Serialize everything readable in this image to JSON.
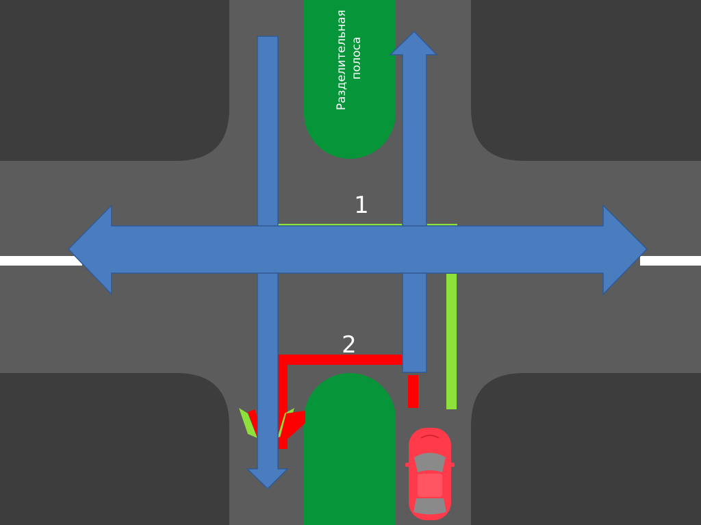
{
  "diagram": {
    "median_label_line1": "Разделительная",
    "median_label_line2": "полоса",
    "label_1": "1",
    "label_2": "2"
  },
  "colors": {
    "road": "#5c5c5c",
    "corner_block": "#3d3d3d",
    "median": "#07953a",
    "arrow": "#4a7cc0",
    "arrow_stroke": "#2f5a95",
    "green_line": "#8ee03a",
    "red_line": "#ff0000",
    "lane_marking": "#ffffff",
    "car_body": "#ff3a4a",
    "car_glass": "#8a8a8a"
  }
}
